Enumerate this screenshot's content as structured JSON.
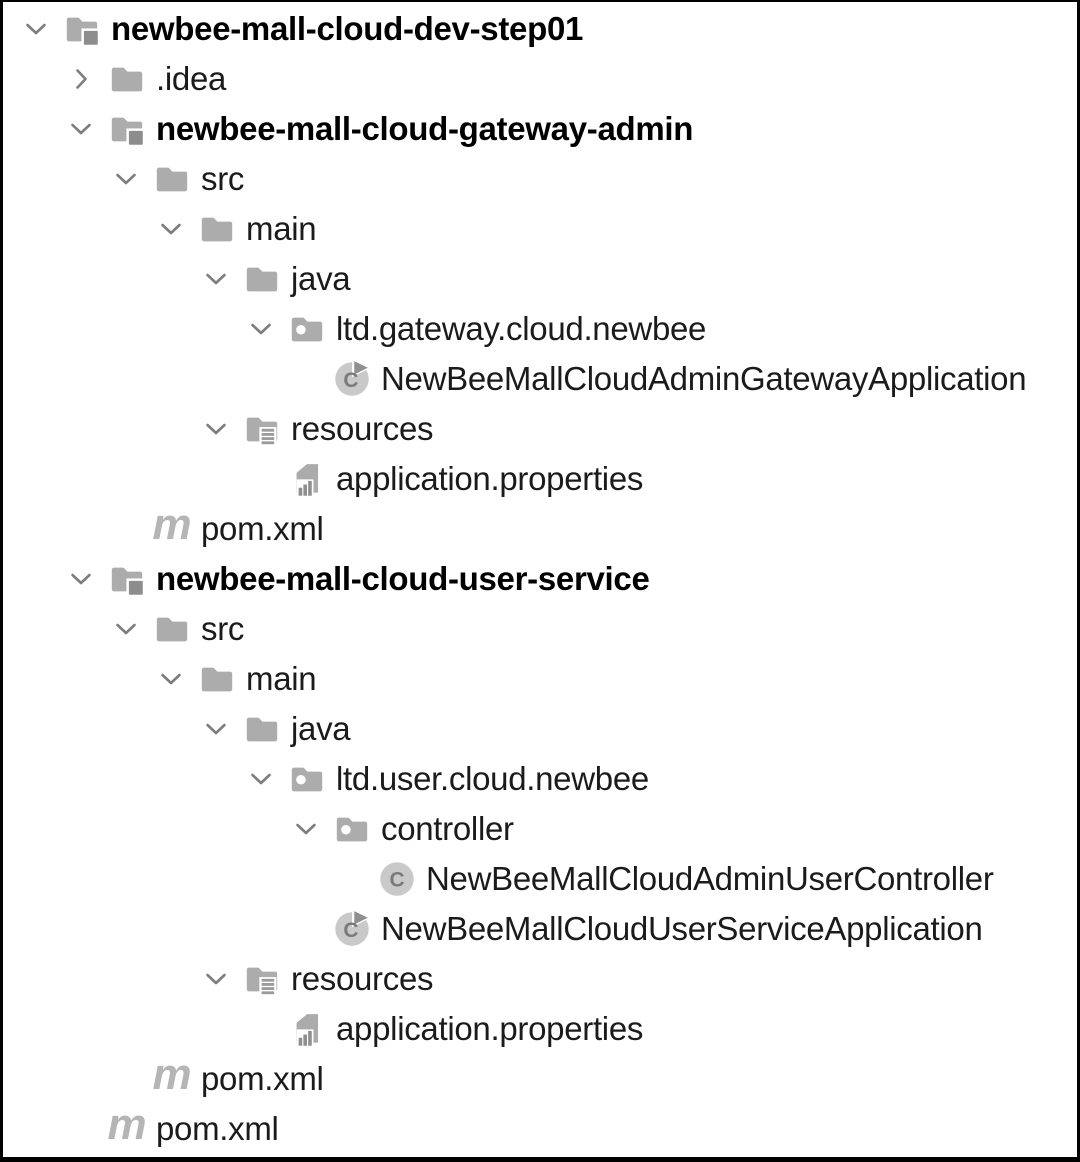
{
  "app": {
    "title": "IDE project tree panel"
  },
  "colors": {
    "background": "#ffffff",
    "border": "#000000",
    "text": "#1b1b1b",
    "bold_text": "#000000",
    "chevron": "#7d7d7d",
    "folder": "#acacac",
    "module_badge": "#8d8d8d",
    "resources_lines": "#9b9b9b",
    "properties_page": "#ababab",
    "properties_bars": "#8f8f8f",
    "class_circle": "#c9c9c9",
    "class_letter": "#7a7a7a",
    "run_arrow": "#8f8f8f",
    "maven_m": "#b5b5b5"
  },
  "tree": {
    "items": [
      {
        "label": "newbee-mall-cloud-dev-step01",
        "depth": 0,
        "expand": "expanded",
        "icon": "module-folder",
        "bold": true
      },
      {
        "label": ".idea",
        "depth": 1,
        "expand": "collapsed",
        "icon": "folder",
        "bold": false
      },
      {
        "label": "newbee-mall-cloud-gateway-admin",
        "depth": 1,
        "expand": "expanded",
        "icon": "module-folder",
        "bold": true
      },
      {
        "label": "src",
        "depth": 2,
        "expand": "expanded",
        "icon": "folder",
        "bold": false
      },
      {
        "label": "main",
        "depth": 3,
        "expand": "expanded",
        "icon": "folder",
        "bold": false
      },
      {
        "label": "java",
        "depth": 4,
        "expand": "expanded",
        "icon": "folder",
        "bold": false
      },
      {
        "label": "ltd.gateway.cloud.newbee",
        "depth": 5,
        "expand": "expanded",
        "icon": "package-folder",
        "bold": false
      },
      {
        "label": "NewBeeMallCloudAdminGatewayApplication",
        "depth": 6,
        "expand": "none",
        "icon": "runnable-class",
        "bold": false
      },
      {
        "label": "resources",
        "depth": 4,
        "expand": "expanded",
        "icon": "resources-folder",
        "bold": false
      },
      {
        "label": "application.properties",
        "depth": 5,
        "expand": "none",
        "icon": "properties-file",
        "bold": false
      },
      {
        "label": "pom.xml",
        "depth": 2,
        "expand": "none",
        "icon": "maven",
        "bold": false
      },
      {
        "label": "newbee-mall-cloud-user-service",
        "depth": 1,
        "expand": "expanded",
        "icon": "module-folder",
        "bold": true
      },
      {
        "label": "src",
        "depth": 2,
        "expand": "expanded",
        "icon": "folder",
        "bold": false
      },
      {
        "label": "main",
        "depth": 3,
        "expand": "expanded",
        "icon": "folder",
        "bold": false
      },
      {
        "label": "java",
        "depth": 4,
        "expand": "expanded",
        "icon": "folder",
        "bold": false
      },
      {
        "label": "ltd.user.cloud.newbee",
        "depth": 5,
        "expand": "expanded",
        "icon": "package-folder",
        "bold": false
      },
      {
        "label": "controller",
        "depth": 6,
        "expand": "expanded",
        "icon": "package-folder",
        "bold": false
      },
      {
        "label": "NewBeeMallCloudAdminUserController",
        "depth": 7,
        "expand": "none",
        "icon": "class",
        "bold": false
      },
      {
        "label": "NewBeeMallCloudUserServiceApplication",
        "depth": 6,
        "expand": "none",
        "icon": "runnable-class",
        "bold": false
      },
      {
        "label": "resources",
        "depth": 4,
        "expand": "expanded",
        "icon": "resources-folder",
        "bold": false
      },
      {
        "label": "application.properties",
        "depth": 5,
        "expand": "none",
        "icon": "properties-file",
        "bold": false
      },
      {
        "label": "pom.xml",
        "depth": 2,
        "expand": "none",
        "icon": "maven",
        "bold": false
      },
      {
        "label": "pom.xml",
        "depth": 1,
        "expand": "none",
        "icon": "maven",
        "bold": false
      }
    ]
  }
}
